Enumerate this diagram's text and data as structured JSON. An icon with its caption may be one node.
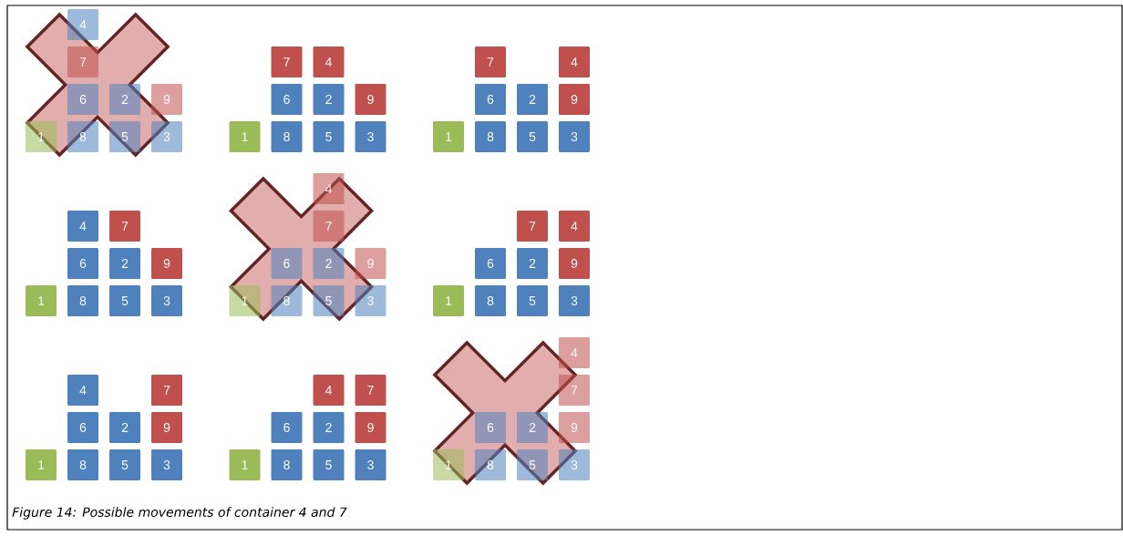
{
  "diagram": {
    "caption": "Figure 14: Possible movements of container 4 and 7",
    "nodes": [
      {
        "text": [
          "4"
        ]
      },
      {
        "text": [
          "7"
        ]
      },
      {
        "text": [
          "6"
        ]
      },
      {
        "text": [
          "2"
        ]
      },
      {
        "text": [
          "9"
        ]
      },
      {
        "text": [
          "1"
        ]
      },
      {
        "text": [
          "8"
        ]
      },
      {
        "text": [
          "5"
        ]
      },
      {
        "text": [
          "3"
        ]
      },
      {
        "text": [
          "7"
        ]
      },
      {
        "text": [
          "4"
        ]
      },
      {
        "text": [
          "6"
        ]
      },
      {
        "text": [
          "2"
        ]
      },
      {
        "text": [
          "9"
        ]
      },
      {
        "text": [
          "1"
        ]
      },
      {
        "text": [
          "8"
        ]
      },
      {
        "text": [
          "5"
        ]
      },
      {
        "text": [
          "3"
        ]
      },
      {
        "text": [
          "7"
        ]
      },
      {
        "text": [
          "4"
        ]
      },
      {
        "text": [
          "6"
        ]
      },
      {
        "text": [
          "2"
        ]
      },
      {
        "text": [
          "9"
        ]
      },
      {
        "text": [
          "1"
        ]
      },
      {
        "text": [
          "8"
        ]
      },
      {
        "text": [
          "5"
        ]
      },
      {
        "text": [
          "3"
        ]
      },
      {
        "text": [
          "4"
        ]
      },
      {
        "text": [
          "7"
        ]
      },
      {
        "text": [
          "6"
        ]
      },
      {
        "text": [
          "2"
        ]
      },
      {
        "text": [
          "9"
        ]
      },
      {
        "text": [
          "1"
        ]
      },
      {
        "text": [
          "8"
        ]
      },
      {
        "text": [
          "5"
        ]
      },
      {
        "text": [
          "3"
        ]
      },
      {
        "text": [
          "4"
        ]
      },
      {
        "text": [
          "7"
        ]
      },
      {
        "text": [
          "6"
        ]
      },
      {
        "text": [
          "2"
        ]
      },
      {
        "text": [
          "9"
        ]
      },
      {
        "text": [
          "1"
        ]
      },
      {
        "text": [
          "8"
        ]
      },
      {
        "text": [
          "5"
        ]
      },
      {
        "text": [
          "3"
        ]
      },
      {
        "text": [
          "7"
        ]
      },
      {
        "text": [
          "4"
        ]
      },
      {
        "text": [
          "6"
        ]
      },
      {
        "text": [
          "2"
        ]
      },
      {
        "text": [
          "9"
        ]
      },
      {
        "text": [
          "1"
        ]
      },
      {
        "text": [
          "8"
        ]
      },
      {
        "text": [
          "5"
        ]
      },
      {
        "text": [
          "3"
        ]
      },
      {
        "text": [
          "4"
        ]
      },
      {
        "text": [
          "7"
        ]
      },
      {
        "text": [
          "6"
        ]
      },
      {
        "text": [
          "2"
        ]
      },
      {
        "text": [
          "9"
        ]
      },
      {
        "text": [
          "1"
        ]
      },
      {
        "text": [
          "8"
        ]
      },
      {
        "text": [
          "5"
        ]
      },
      {
        "text": [
          "3"
        ]
      },
      {
        "text": [
          "4"
        ]
      },
      {
        "text": [
          "7"
        ]
      },
      {
        "text": [
          "6"
        ]
      },
      {
        "text": [
          "2"
        ]
      },
      {
        "text": [
          "9"
        ]
      },
      {
        "text": [
          "1"
        ]
      },
      {
        "text": [
          "8"
        ]
      },
      {
        "text": [
          "5"
        ]
      },
      {
        "text": [
          "3"
        ]
      },
      {
        "text": [
          "4"
        ]
      },
      {
        "text": [
          "7"
        ]
      },
      {
        "text": [
          "6"
        ]
      },
      {
        "text": [
          "2"
        ]
      },
      {
        "text": [
          "9"
        ]
      },
      {
        "text": [
          "1"
        ]
      },
      {
        "text": [
          "8"
        ]
      },
      {
        "text": [
          "5"
        ]
      },
      {
        "text": [
          "3"
        ]
      }
    ]
  }
}
